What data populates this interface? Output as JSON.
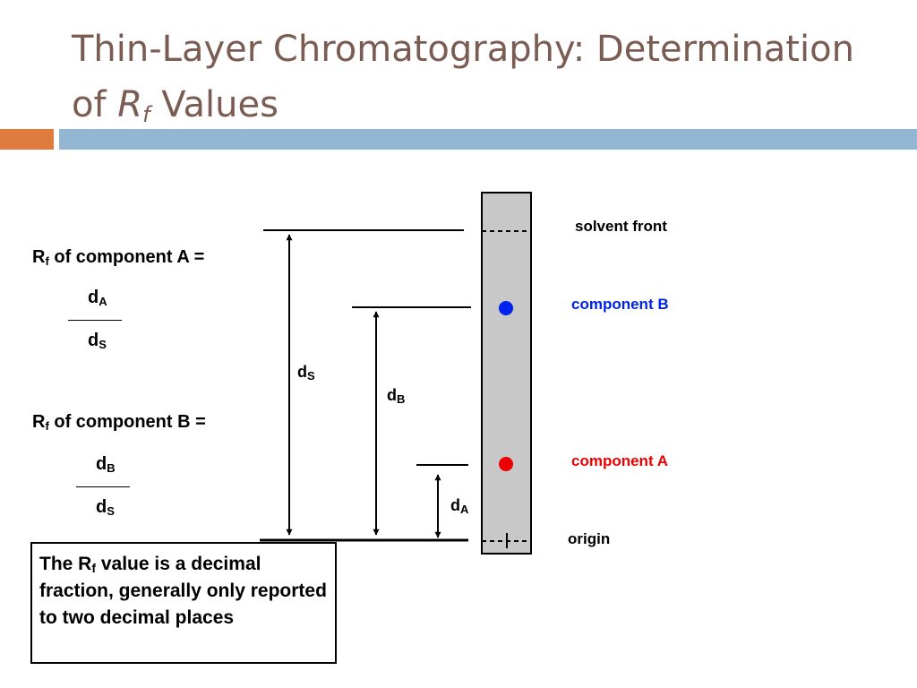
{
  "title": {
    "line1": "Thin-Layer Chromatography:  Determination",
    "line2_prefix": "of ",
    "line2_r": "R",
    "line2_sub": "f",
    "line2_suffix": " Values"
  },
  "formulas": {
    "a_r": "R",
    "a_sub": "f",
    "a_rest": " of component A  =",
    "a_num": "d",
    "a_num_sub": "A",
    "a_den": "d",
    "a_den_sub": "S",
    "b_r": "R",
    "b_sub": "f",
    "b_rest": " of component B =",
    "b_num": "d",
    "b_num_sub": "B",
    "b_den": "d",
    "b_den_sub": "S"
  },
  "diagram": {
    "ds": "d",
    "ds_sub": "S",
    "db": "d",
    "db_sub": "B",
    "da": "d",
    "da_sub": "A",
    "solvent_front": "solvent front",
    "component_b": "component B",
    "component_a": "component A",
    "origin": "origin",
    "colors": {
      "component_b": "#0022ee",
      "component_a": "#ee0000",
      "plate": "#c8c8c8"
    }
  },
  "note": {
    "p1": "The R",
    "sub": "f",
    "p2": " value is a decimal fraction, generally only reported to two decimal places"
  }
}
